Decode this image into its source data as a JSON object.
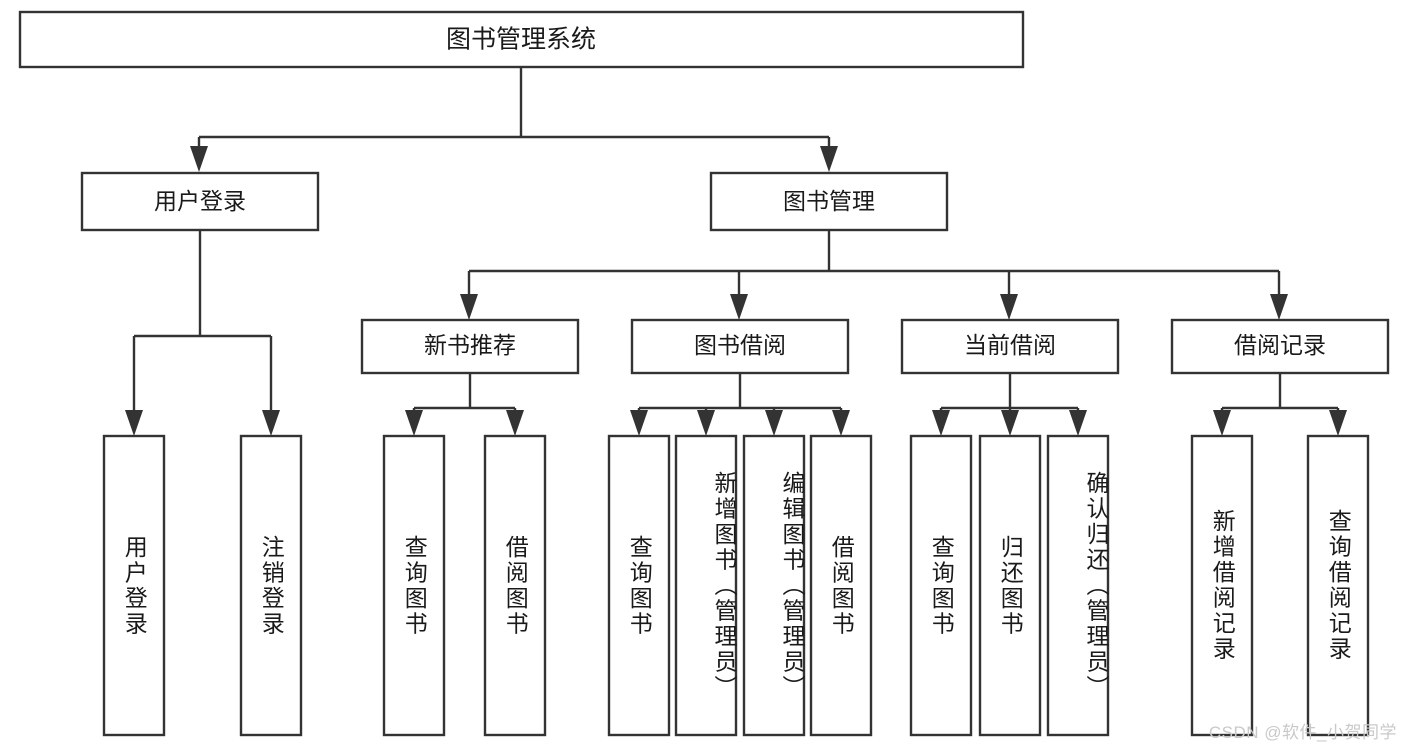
{
  "diagram": {
    "title": "图书管理系统",
    "type": "hierarchy-tree",
    "watermark": "CSDN @软件_小贺同学",
    "colors": {
      "background": "#ffffff",
      "box_fill": "#ffffff",
      "box_stroke": "#333333",
      "text": "#1a1a1a",
      "watermark_text": "#c9c9c9"
    },
    "root": {
      "label": "图书管理系统",
      "orientation": "horizontal"
    },
    "level2": [
      {
        "label": "用户登录",
        "orientation": "horizontal"
      },
      {
        "label": "图书管理",
        "orientation": "horizontal"
      }
    ],
    "level3": [
      {
        "label": "新书推荐",
        "orientation": "horizontal"
      },
      {
        "label": "图书借阅",
        "orientation": "horizontal"
      },
      {
        "label": "当前借阅",
        "orientation": "horizontal"
      },
      {
        "label": "借阅记录",
        "orientation": "horizontal"
      }
    ],
    "leaves": {
      "user_login": [
        {
          "label": "用户登录",
          "orientation": "vertical"
        },
        {
          "label": "注销登录",
          "orientation": "vertical"
        }
      ],
      "new_book_recommend": [
        {
          "label": "查询图书",
          "orientation": "vertical"
        },
        {
          "label": "借阅图书",
          "orientation": "vertical"
        }
      ],
      "book_borrow": [
        {
          "label": "查询图书",
          "orientation": "vertical"
        },
        {
          "label": "新增图书（管理员）",
          "orientation": "vertical"
        },
        {
          "label": "编辑图书（管理员）",
          "orientation": "vertical"
        },
        {
          "label": "借阅图书",
          "orientation": "vertical"
        }
      ],
      "current_borrow": [
        {
          "label": "查询图书",
          "orientation": "vertical"
        },
        {
          "label": "归还图书",
          "orientation": "vertical"
        },
        {
          "label": "确认归还（管理员）",
          "orientation": "vertical"
        }
      ],
      "borrow_record": [
        {
          "label": "新增借阅记录",
          "orientation": "vertical"
        },
        {
          "label": "查询借阅记录",
          "orientation": "vertical"
        }
      ]
    }
  }
}
